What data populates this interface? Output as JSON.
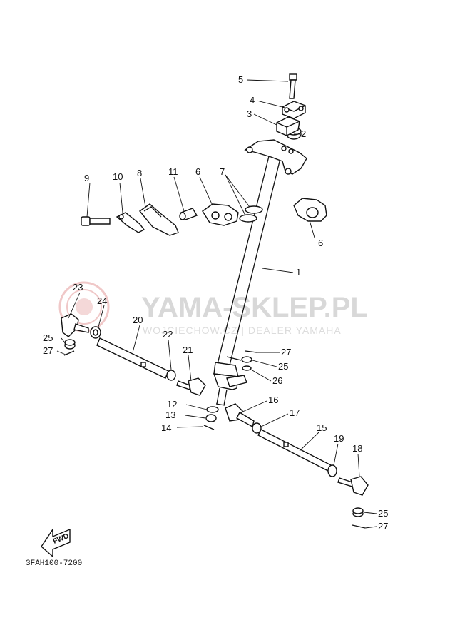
{
  "watermark": {
    "main": "YAMA-SKLEP.PL",
    "sub": "WOJCIECHOW.CZ | DEALER YAMAHA",
    "logo_color": "#e8b0b0"
  },
  "diagram_code": "3FAH100-7200",
  "fwd_label": "FWD",
  "labels": {
    "p1": "1",
    "p2": "2",
    "p3": "3",
    "p4": "4",
    "p5": "5",
    "p6a": "6",
    "p6b": "6",
    "p7": "7",
    "p8": "8",
    "p9": "9",
    "p10": "10",
    "p11": "11",
    "p12": "12",
    "p13": "13",
    "p14": "14",
    "p15": "15",
    "p16": "16",
    "p17": "17",
    "p18": "18",
    "p19": "19",
    "p20": "20",
    "p21": "21",
    "p22": "22",
    "p23": "23",
    "p24": "24",
    "p25a": "25",
    "p25b": "25",
    "p25c": "25",
    "p26": "26",
    "p27a": "27",
    "p27b": "27",
    "p27c": "27"
  }
}
